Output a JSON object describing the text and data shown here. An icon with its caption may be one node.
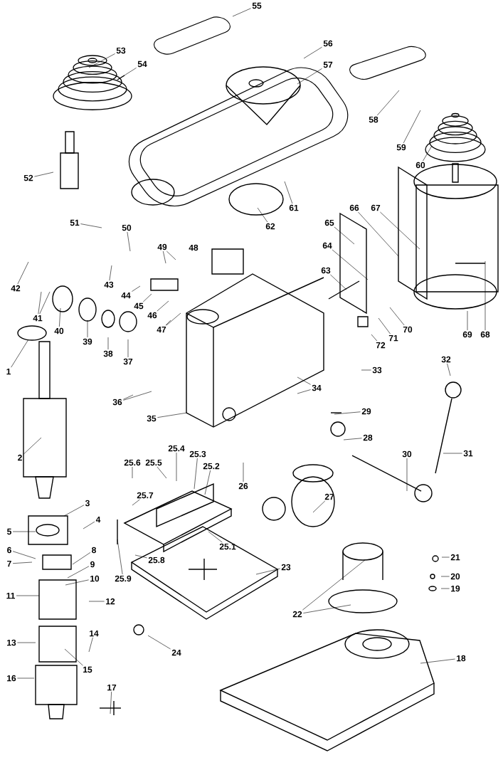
{
  "diagram": {
    "nodes": [
      {
        "text": [
          "55"
        ]
      },
      {
        "text": [
          "56"
        ]
      },
      {
        "text": [
          "53"
        ]
      },
      {
        "text": [
          "54"
        ]
      },
      {
        "text": [
          "57"
        ]
      },
      {
        "text": [
          "58"
        ]
      },
      {
        "text": [
          "59"
        ]
      },
      {
        "text": [
          "60"
        ]
      },
      {
        "text": [
          "52"
        ]
      },
      {
        "text": [
          "61"
        ]
      },
      {
        "text": [
          "66"
        ]
      },
      {
        "text": [
          "67"
        ]
      },
      {
        "text": [
          "65"
        ]
      },
      {
        "text": [
          "51"
        ]
      },
      {
        "text": [
          "62"
        ]
      },
      {
        "text": [
          "50"
        ]
      },
      {
        "text": [
          "64"
        ]
      },
      {
        "text": [
          "49"
        ]
      },
      {
        "text": [
          "48"
        ]
      },
      {
        "text": [
          "63"
        ]
      },
      {
        "text": [
          "43"
        ]
      },
      {
        "text": [
          "42"
        ]
      },
      {
        "text": [
          "44"
        ]
      },
      {
        "text": [
          "45"
        ]
      },
      {
        "text": [
          "46"
        ]
      },
      {
        "text": [
          "41"
        ]
      },
      {
        "text": [
          "47"
        ]
      },
      {
        "text": [
          "40"
        ]
      },
      {
        "text": [
          "69"
        ]
      },
      {
        "text": [
          "68"
        ]
      },
      {
        "text": [
          "70"
        ]
      },
      {
        "text": [
          "71"
        ]
      },
      {
        "text": [
          "39"
        ]
      },
      {
        "text": [
          "72"
        ]
      },
      {
        "text": [
          "38"
        ]
      },
      {
        "text": [
          "32"
        ]
      },
      {
        "text": [
          "37"
        ]
      },
      {
        "text": [
          "33"
        ]
      },
      {
        "text": [
          "1"
        ]
      },
      {
        "text": [
          "34"
        ]
      },
      {
        "text": [
          "36"
        ]
      },
      {
        "text": [
          "29"
        ]
      },
      {
        "text": [
          "35"
        ]
      },
      {
        "text": [
          "2"
        ]
      },
      {
        "text": [
          "28"
        ]
      },
      {
        "text": [
          "25.4"
        ]
      },
      {
        "text": [
          "30"
        ]
      },
      {
        "text": [
          "31"
        ]
      },
      {
        "text": [
          "25.3"
        ]
      },
      {
        "text": [
          "25.6"
        ]
      },
      {
        "text": [
          "25.5"
        ]
      },
      {
        "text": [
          "25.2"
        ]
      },
      {
        "text": [
          "25.7"
        ]
      },
      {
        "text": [
          "26"
        ]
      },
      {
        "text": [
          "27"
        ]
      },
      {
        "text": [
          "3"
        ]
      },
      {
        "text": [
          "4"
        ]
      },
      {
        "text": [
          "5"
        ]
      },
      {
        "text": [
          "25.1"
        ]
      },
      {
        "text": [
          "6"
        ]
      },
      {
        "text": [
          "8"
        ]
      },
      {
        "text": [
          "21"
        ]
      },
      {
        "text": [
          "25.8"
        ]
      },
      {
        "text": [
          "7"
        ]
      },
      {
        "text": [
          "9"
        ]
      },
      {
        "text": [
          "23"
        ]
      },
      {
        "text": [
          "20"
        ]
      },
      {
        "text": [
          "10"
        ]
      },
      {
        "text": [
          "25.9"
        ]
      },
      {
        "text": [
          "19"
        ]
      },
      {
        "text": [
          "11"
        ]
      },
      {
        "text": [
          "12"
        ]
      },
      {
        "text": [
          "22"
        ]
      },
      {
        "text": [
          "14"
        ]
      },
      {
        "text": [
          "13"
        ]
      },
      {
        "text": [
          "24"
        ]
      },
      {
        "text": [
          "18"
        ]
      },
      {
        "text": [
          "15"
        ]
      },
      {
        "text": [
          "16"
        ]
      },
      {
        "text": [
          "17"
        ]
      }
    ],
    "edges": [
      {
        "from": 0,
        "to": null,
        "arrow": "none"
      },
      {
        "from": 1,
        "to": null,
        "arrow": "none"
      },
      {
        "from": 2,
        "to": null,
        "arrow": "none"
      },
      {
        "from": 3,
        "to": null,
        "arrow": "none"
      },
      {
        "from": 4,
        "to": null,
        "arrow": "none"
      },
      {
        "from": 5,
        "to": null,
        "arrow": "none"
      },
      {
        "from": 6,
        "to": null,
        "arrow": "none"
      },
      {
        "from": 7,
        "to": null,
        "arrow": "none"
      },
      {
        "from": 8,
        "to": null,
        "arrow": "none"
      },
      {
        "from": 9,
        "to": null,
        "arrow": "none"
      },
      {
        "from": 10,
        "to": null,
        "arrow": "none"
      },
      {
        "from": 11,
        "to": null,
        "arrow": "none"
      },
      {
        "from": 12,
        "to": null,
        "arrow": "none"
      },
      {
        "from": 13,
        "to": null,
        "arrow": "none"
      },
      {
        "from": 14,
        "to": null,
        "arrow": "none"
      },
      {
        "from": 15,
        "to": null,
        "arrow": "none"
      },
      {
        "from": 16,
        "to": null,
        "arrow": "none"
      },
      {
        "from": 17,
        "to": null,
        "arrow": "none"
      },
      {
        "from": 17,
        "to": null,
        "arrow": "none"
      },
      {
        "from": 19,
        "to": null,
        "arrow": "none"
      },
      {
        "from": 20,
        "to": null,
        "arrow": "none"
      },
      {
        "from": 21,
        "to": null,
        "arrow": "none"
      },
      {
        "from": 22,
        "to": null,
        "arrow": "none"
      },
      {
        "from": 23,
        "to": null,
        "arrow": "none"
      },
      {
        "from": 24,
        "to": null,
        "arrow": "none"
      },
      {
        "from": 25,
        "to": null,
        "arrow": "none"
      },
      {
        "from": 25,
        "to": null,
        "arrow": "none"
      },
      {
        "from": 26,
        "to": null,
        "arrow": "none"
      },
      {
        "from": 26,
        "to": null,
        "arrow": "none"
      },
      {
        "from": 27,
        "to": null,
        "arrow": "none"
      },
      {
        "from": 28,
        "to": null,
        "arrow": "none"
      },
      {
        "from": 29,
        "to": null,
        "arrow": "none"
      },
      {
        "from": 30,
        "to": null,
        "arrow": "none"
      },
      {
        "from": 31,
        "to": null,
        "arrow": "none"
      },
      {
        "from": 32,
        "to": null,
        "arrow": "none"
      },
      {
        "from": 33,
        "to": null,
        "arrow": "none"
      },
      {
        "from": 34,
        "to": null,
        "arrow": "none"
      },
      {
        "from": 35,
        "to": null,
        "arrow": "none"
      },
      {
        "from": 36,
        "to": null,
        "arrow": "none"
      },
      {
        "from": 37,
        "to": null,
        "arrow": "none"
      },
      {
        "from": 38,
        "to": null,
        "arrow": "none"
      },
      {
        "from": 39,
        "to": null,
        "arrow": "none"
      },
      {
        "from": 39,
        "to": null,
        "arrow": "none"
      },
      {
        "from": 40,
        "to": null,
        "arrow": "none"
      },
      {
        "from": 40,
        "to": null,
        "arrow": "none"
      },
      {
        "from": 41,
        "to": null,
        "arrow": "none"
      },
      {
        "from": 42,
        "to": null,
        "arrow": "none"
      },
      {
        "from": 43,
        "to": null,
        "arrow": "none"
      },
      {
        "from": 44,
        "to": null,
        "arrow": "none"
      },
      {
        "from": 45,
        "to": null,
        "arrow": "none"
      },
      {
        "from": 46,
        "to": null,
        "arrow": "none"
      },
      {
        "from": 47,
        "to": null,
        "arrow": "none"
      },
      {
        "from": 48,
        "to": null,
        "arrow": "none"
      },
      {
        "from": 49,
        "to": null,
        "arrow": "none"
      },
      {
        "from": 50,
        "to": null,
        "arrow": "none"
      },
      {
        "from": 51,
        "to": null,
        "arrow": "none"
      },
      {
        "from": 52,
        "to": null,
        "arrow": "none"
      },
      {
        "from": 53,
        "to": null,
        "arrow": "none"
      },
      {
        "from": 54,
        "to": null,
        "arrow": "none"
      },
      {
        "from": 55,
        "to": null,
        "arrow": "none"
      },
      {
        "from": 56,
        "to": null,
        "arrow": "none"
      },
      {
        "from": 57,
        "to": null,
        "arrow": "none"
      },
      {
        "from": 58,
        "to": null,
        "arrow": "none"
      },
      {
        "from": 59,
        "to": null,
        "arrow": "none"
      },
      {
        "from": 60,
        "to": null,
        "arrow": "none"
      },
      {
        "from": 61,
        "to": null,
        "arrow": "none"
      },
      {
        "from": 62,
        "to": null,
        "arrow": "none"
      },
      {
        "from": 63,
        "to": null,
        "arrow": "none"
      },
      {
        "from": 64,
        "to": null,
        "arrow": "none"
      },
      {
        "from": 65,
        "to": null,
        "arrow": "none"
      },
      {
        "from": 66,
        "to": null,
        "arrow": "none"
      },
      {
        "from": 67,
        "to": null,
        "arrow": "none"
      },
      {
        "from": 68,
        "to": null,
        "arrow": "none"
      },
      {
        "from": 69,
        "to": null,
        "arrow": "none"
      },
      {
        "from": 70,
        "to": null,
        "arrow": "none"
      },
      {
        "from": 71,
        "to": null,
        "arrow": "none"
      },
      {
        "from": 72,
        "to": null,
        "arrow": "none"
      },
      {
        "from": 72,
        "to": null,
        "arrow": "none"
      },
      {
        "from": 73,
        "to": null,
        "arrow": "none"
      },
      {
        "from": 74,
        "to": null,
        "arrow": "none"
      },
      {
        "from": 75,
        "to": null,
        "arrow": "none"
      },
      {
        "from": 76,
        "to": null,
        "arrow": "none"
      },
      {
        "from": 77,
        "to": null,
        "arrow": "none"
      },
      {
        "from": 78,
        "to": null,
        "arrow": "none"
      },
      {
        "from": 79,
        "to": null,
        "arrow": "none"
      }
    ]
  }
}
